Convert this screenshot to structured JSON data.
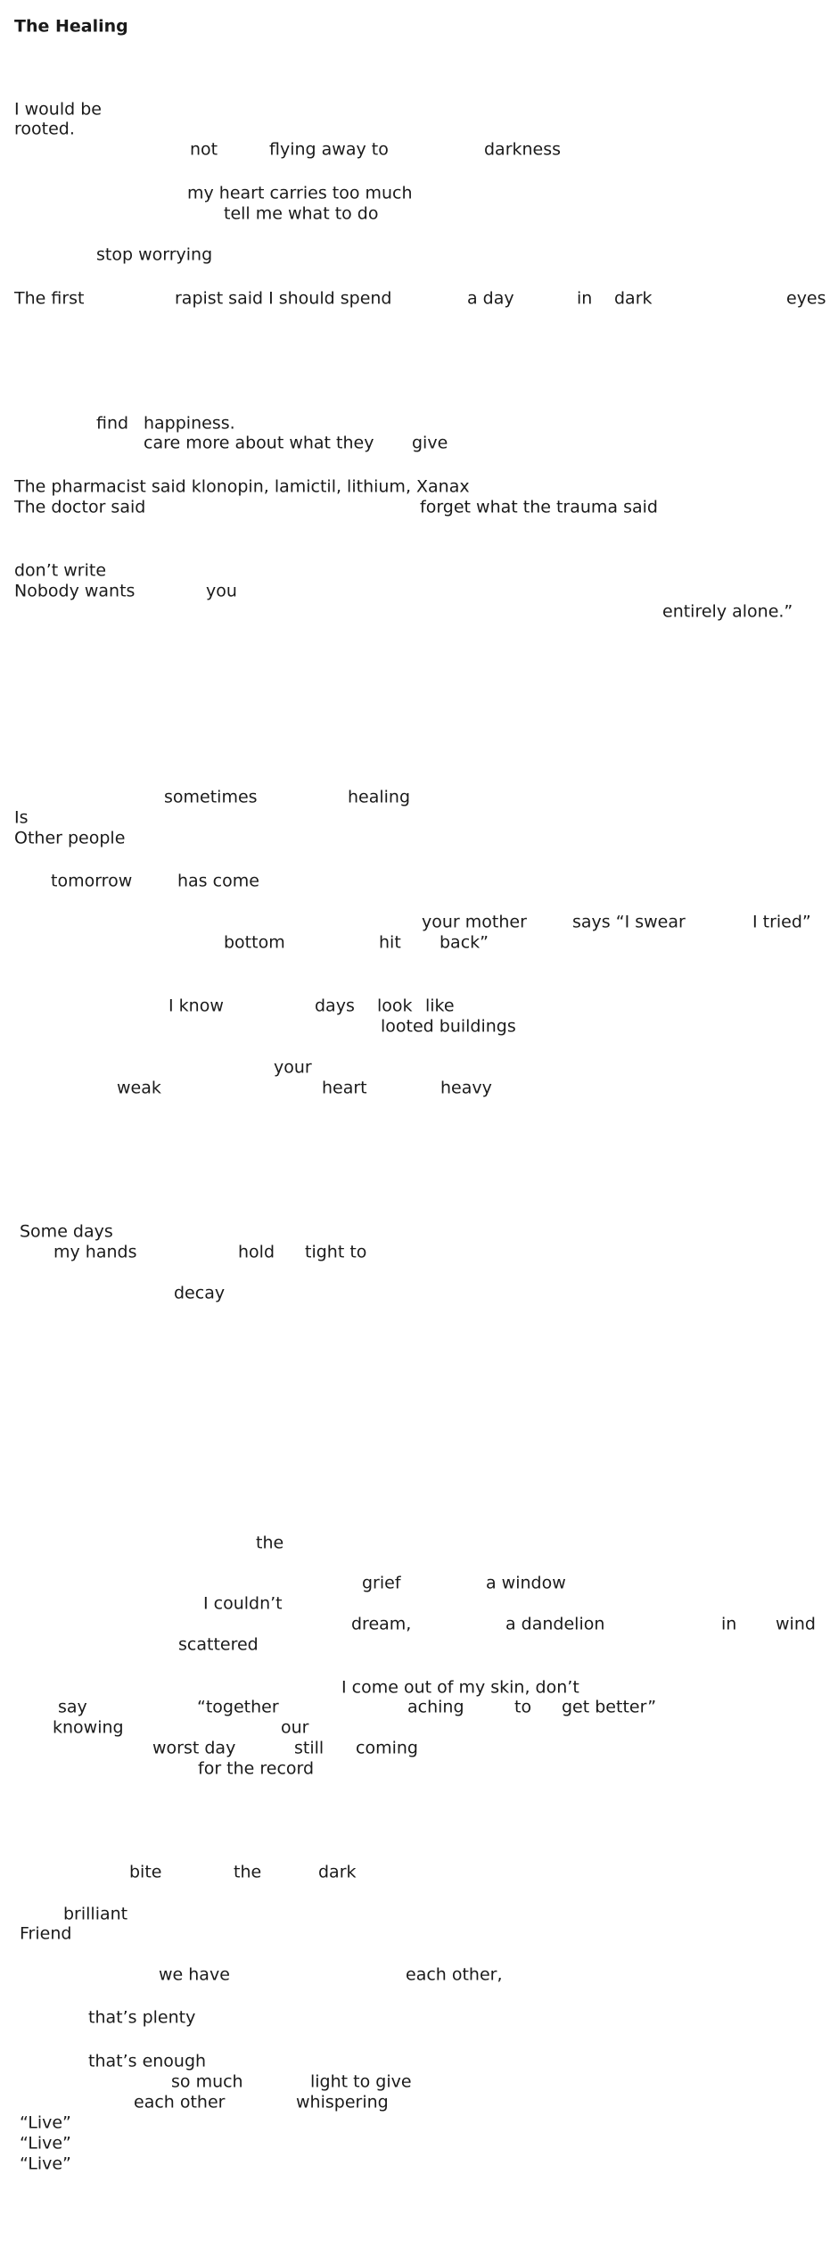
{
  "poem": {
    "title": "The Healing",
    "words": [
      "I would be",
      "rooted.",
      "not",
      "flying away to",
      "darkness",
      "my heart carries too much",
      "tell me what to do",
      "stop worrying",
      "The first",
      "rapist said I should spend",
      "a day",
      "in",
      "dark",
      "eyes",
      "find",
      "happiness.",
      "care more about what they",
      "give",
      "The pharmacist said klonopin, lamictil, lithium, Xanax",
      "The doctor said",
      "forget what the trauma said",
      "don’t write",
      "Nobody wants",
      "you",
      "entirely alone.”",
      "sometimes",
      "healing",
      "Is",
      "Other people",
      "tomorrow",
      "has come",
      "your mother",
      "says “I swear",
      "I tried”",
      "bottom",
      "hit",
      "back”",
      "I know",
      "days",
      "look",
      "like",
      "looted buildings",
      "your",
      "weak",
      "heart",
      "heavy",
      "Some days",
      "my hands",
      "hold",
      "tight to",
      "decay",
      "the",
      "grief",
      "a window",
      "I couldn’t",
      "dream,",
      "a dandelion",
      "in",
      "wind",
      "scattered",
      "I come out of my skin, don’t",
      "say",
      "“together",
      "aching",
      "to",
      "get better”",
      "knowing",
      "our",
      "worst day",
      "still",
      "coming",
      "for the record",
      "bite",
      "the",
      "dark",
      "brilliant",
      "Friend",
      "we have",
      "each other,",
      "that’s plenty",
      "that’s enough",
      "so much",
      "light to give",
      "each other",
      "whispering",
      "“Live”",
      "“Live”",
      "“Live”"
    ]
  }
}
